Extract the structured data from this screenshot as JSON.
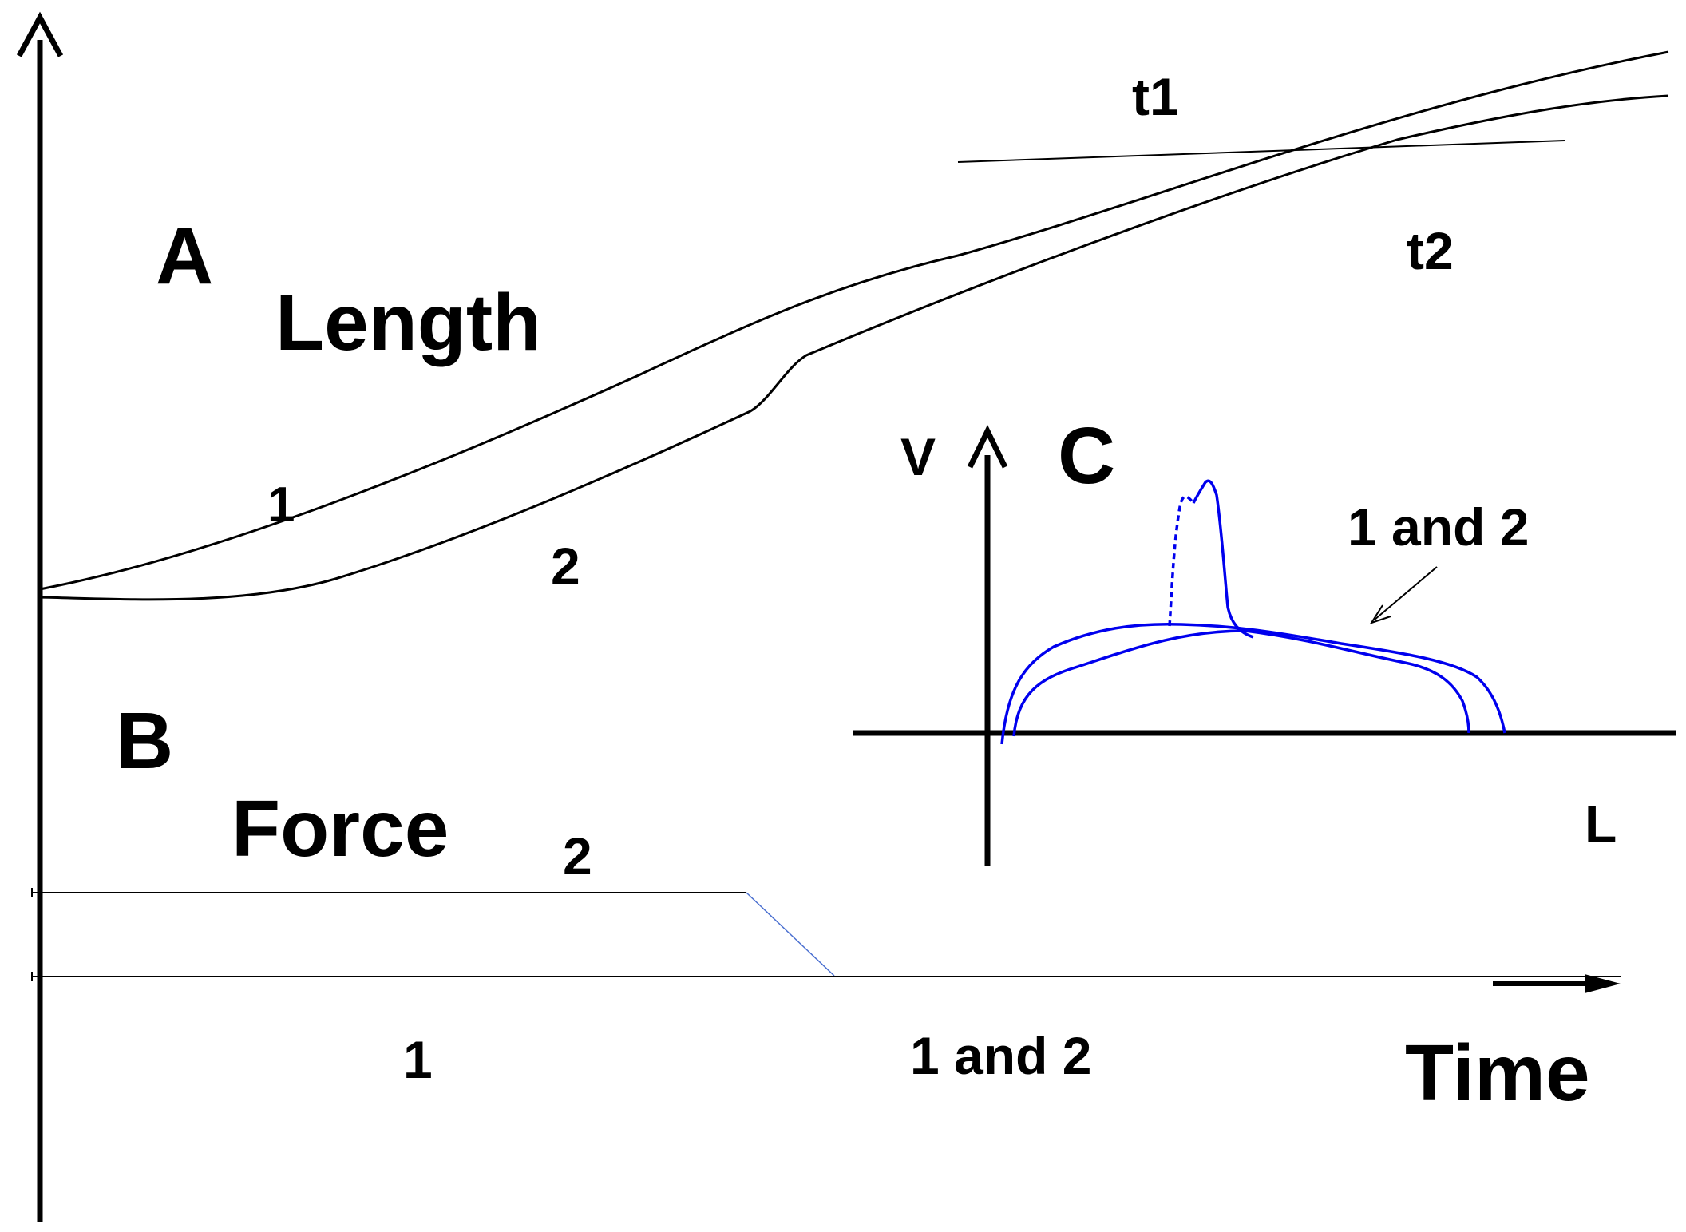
{
  "panel_a": {
    "letter": "A",
    "quantity": "Length"
  },
  "panel_b": {
    "letter": "B",
    "quantity": "Force"
  },
  "panel_c": {
    "letter": "C",
    "y_label": "V",
    "x_label": "L",
    "curve_label": "1 and 2"
  },
  "curve_labels": {
    "length_1": "1",
    "length_2": "2",
    "tangent_1": "t1",
    "tangent_2": "t2",
    "force_2": "2",
    "force_1": "1",
    "force_both": "1 and 2"
  },
  "time_axis": {
    "label": "Time"
  },
  "colors": {
    "trace": "#0000ee",
    "ink": "#000000",
    "bg": "#ffffff"
  }
}
